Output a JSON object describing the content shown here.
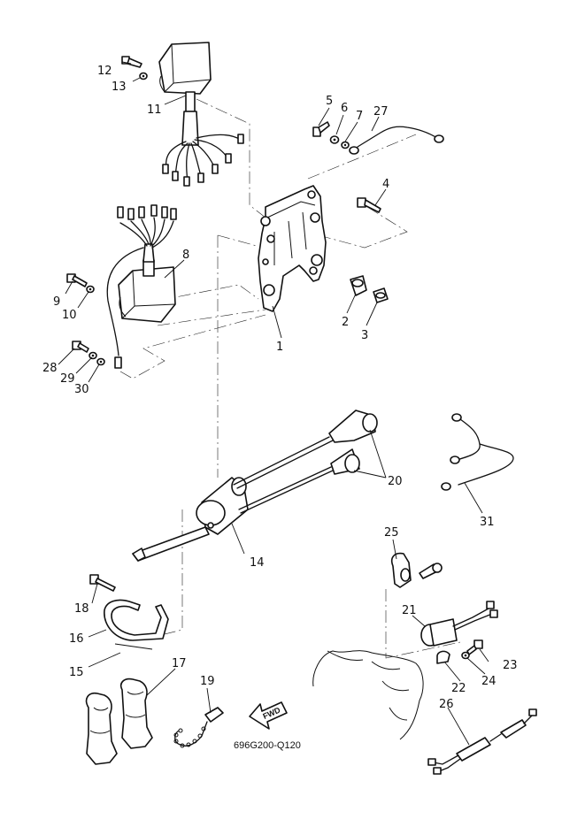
{
  "diagram": {
    "code": "696G200-Q120",
    "fwd_label": "FWD",
    "callouts": {
      "c1": "1",
      "c2": "2",
      "c3": "3",
      "c4": "4",
      "c5": "5",
      "c6": "6",
      "c7": "7",
      "c8": "8",
      "c9": "9",
      "c10": "10",
      "c11": "11",
      "c12": "12",
      "c13": "13",
      "c14": "14",
      "c15": "15",
      "c16": "16",
      "c17": "17",
      "c18": "18",
      "c19": "19",
      "c20": "20",
      "c21": "21",
      "c22": "22",
      "c23": "23",
      "c24": "24",
      "c25": "25",
      "c26": "26",
      "c27": "27",
      "c28": "28",
      "c29": "29",
      "c30": "30",
      "c31": "31"
    }
  }
}
